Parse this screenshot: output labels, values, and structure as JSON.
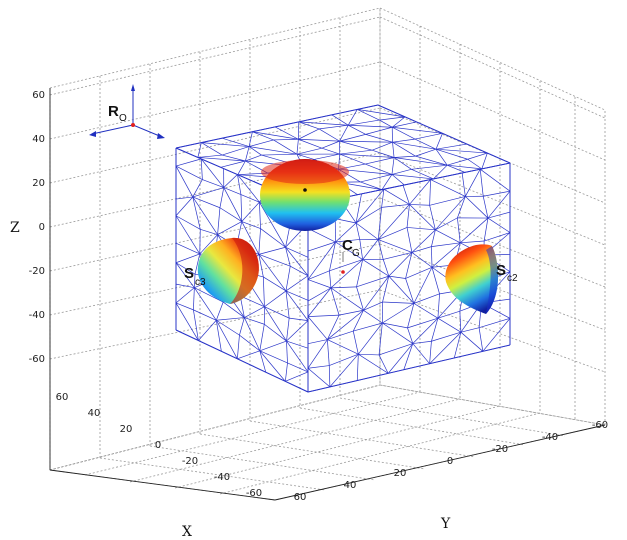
{
  "axes": {
    "x_label": "X",
    "y_label": "Y",
    "z_label": "Z",
    "z_ticks": [
      "60",
      "40",
      "20",
      "0",
      "-20",
      "-40",
      "-60"
    ],
    "x_ticks": [
      "60",
      "40",
      "20",
      "0",
      "-20",
      "-40",
      "-60"
    ],
    "y_ticks": [
      "60",
      "40",
      "20",
      "0",
      "-20",
      "-40",
      "-60"
    ]
  },
  "annotations": {
    "ro_main": "R",
    "ro_sub": "O",
    "cg_main": "C",
    "cg_sub": "G",
    "sc2_main": "S",
    "sc2_sub": "c2",
    "sc3_main": "S",
    "sc3_sub": "c3"
  },
  "colors": {
    "mesh": "#2a35c8",
    "grid": "#9a9a9a",
    "hemisphere_top": "#e0201a",
    "hemisphere_bottom": "#1830d0"
  }
}
